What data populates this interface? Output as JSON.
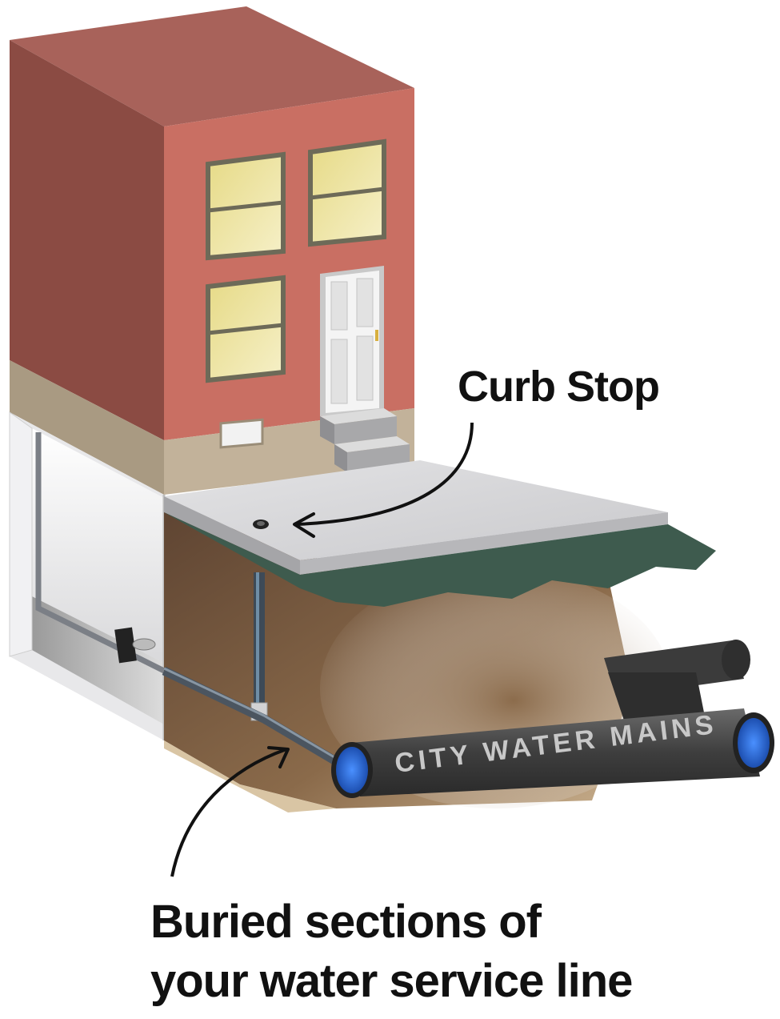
{
  "callouts": {
    "curb_stop": "Curb Stop",
    "service_line_line1": "Buried sections of",
    "service_line_line2": "your water service line"
  },
  "pipe_label": "CITY WATER MAINS",
  "colors": {
    "brick_front": "#c96f63",
    "brick_side": "#8b4b43",
    "brick_top": "#a8625a",
    "foundation": "#c2b29a",
    "window_glass": "#efe6a4",
    "window_frame": "#6d6a58",
    "door": "#ececec",
    "sidewalk_top": "#d4d4d6",
    "grass_edge": "#3e5b4e",
    "soil": "#7a5a3e",
    "pipe_water_main": "#454545",
    "pipe_end": "#2f6fd6",
    "service_pipe": "#5b6b78"
  },
  "icons": [
    "curb-stop-valve-icon",
    "arrow-to-curb-stop-icon",
    "arrow-to-service-line-icon"
  ]
}
